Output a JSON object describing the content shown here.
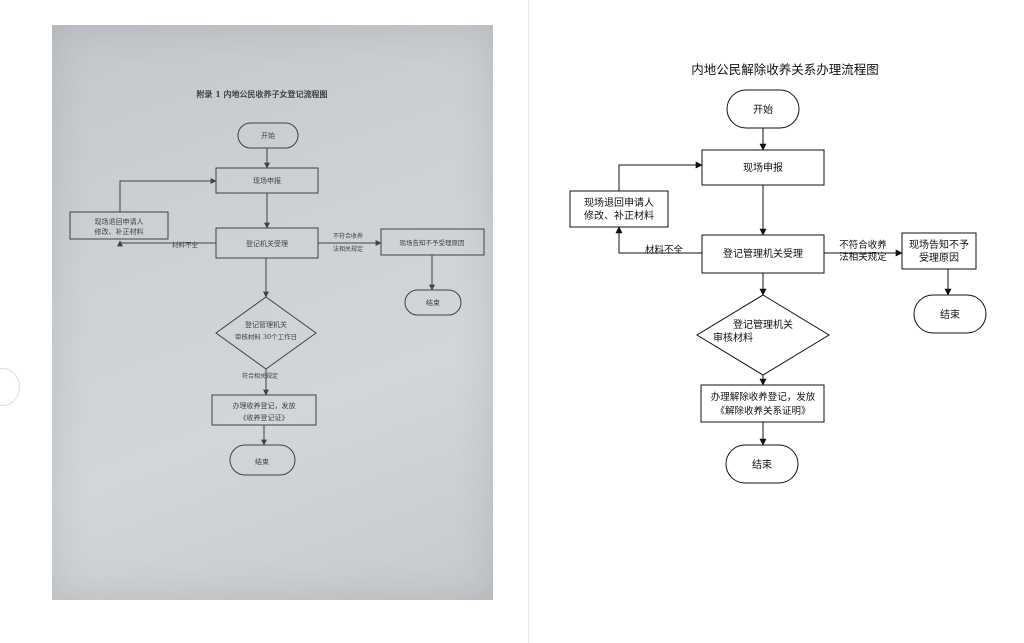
{
  "left_photo": {
    "title": "附录 1 内地公民收养子女登记流程图",
    "start": "开始",
    "report": "现场申报",
    "return_line1": "现场退回申请人",
    "return_line2": "修改、补正材料",
    "incomplete": "材料不全",
    "accept": "登记机关受理",
    "noncompliant_line1": "不符合收养",
    "noncompliant_line2": "法相关规定",
    "reject": "现场告知不予受理原因",
    "end_right": "结束",
    "review_line1": "登记管理机关",
    "review_line2": "审核材料 30个工作日",
    "compliant": "符合相关规定",
    "register_line1": "办理收养登记，发放",
    "register_line2": "《收养登记证》",
    "end_bottom": "结束"
  },
  "right_flow": {
    "title": "内地公民解除收养关系办理流程图",
    "start": "开始",
    "report": "现场申报",
    "return_line1": "现场退回申请人",
    "return_line2": "修改、补正材料",
    "incomplete": "材料不全",
    "accept": "登记管理机关受理",
    "noncompliant_line1": "不符合收养",
    "noncompliant_line2": "法相关规定",
    "reject_line1": "现场告知不予",
    "reject_line2": "受理原因",
    "end_right": "结束",
    "review_line1": "登记管理机关",
    "review_line2": "审核材料",
    "register_line1": "办理解除收养登记，发放",
    "register_line2": "《解除收养关系证明》",
    "end_bottom": "结束"
  },
  "colors": {
    "photo_ink": "#404246",
    "flow_ink": "#111111"
  }
}
